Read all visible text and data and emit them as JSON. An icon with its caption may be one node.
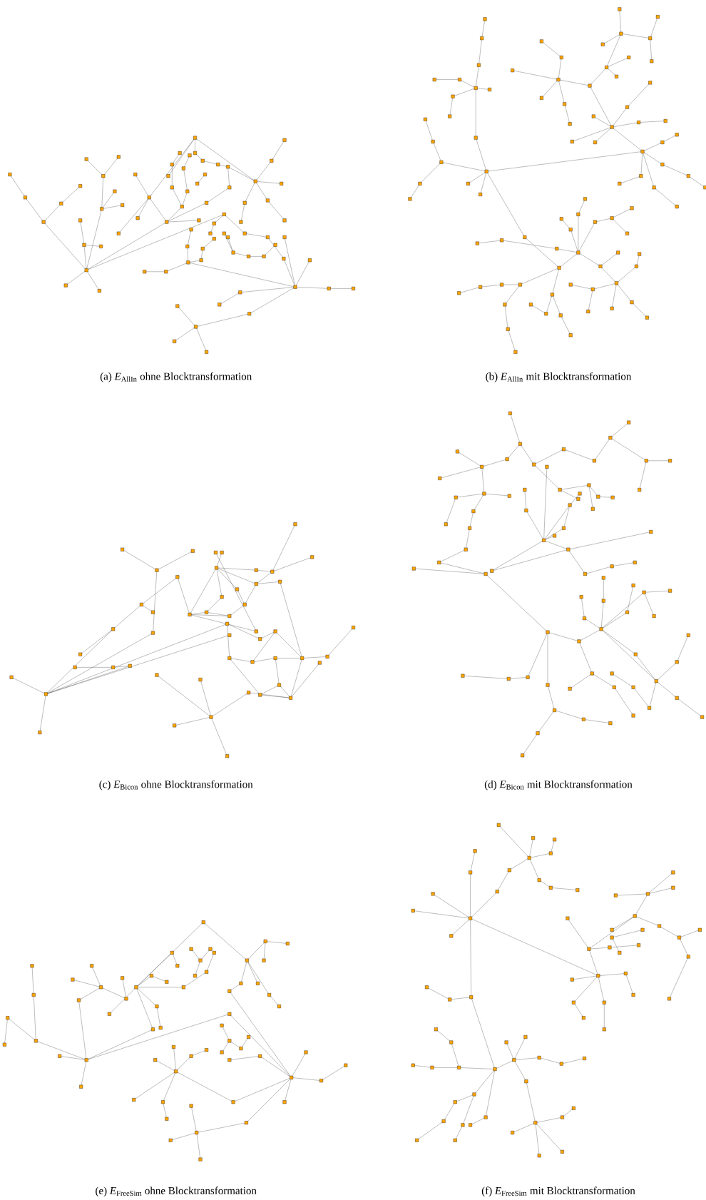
{
  "diagram": {
    "labels": [
      "(a) *E*$_{AllIn}$ ohne Blocktransformation",
      "(b) *E*$_{AllIn}$ mit Blocktransformation",
      "(c) *E*$_{Bicon}$ ohne Blocktransformation",
      "(d) *E*$_{Bicon}$ mit Blocktransformation",
      "(e) *E*$_{FreeSim}$ ohne Blocktransformation",
      "(f) *E*$_{FreeSim}$ mit Blocktransformation"
    ]
  }
}
